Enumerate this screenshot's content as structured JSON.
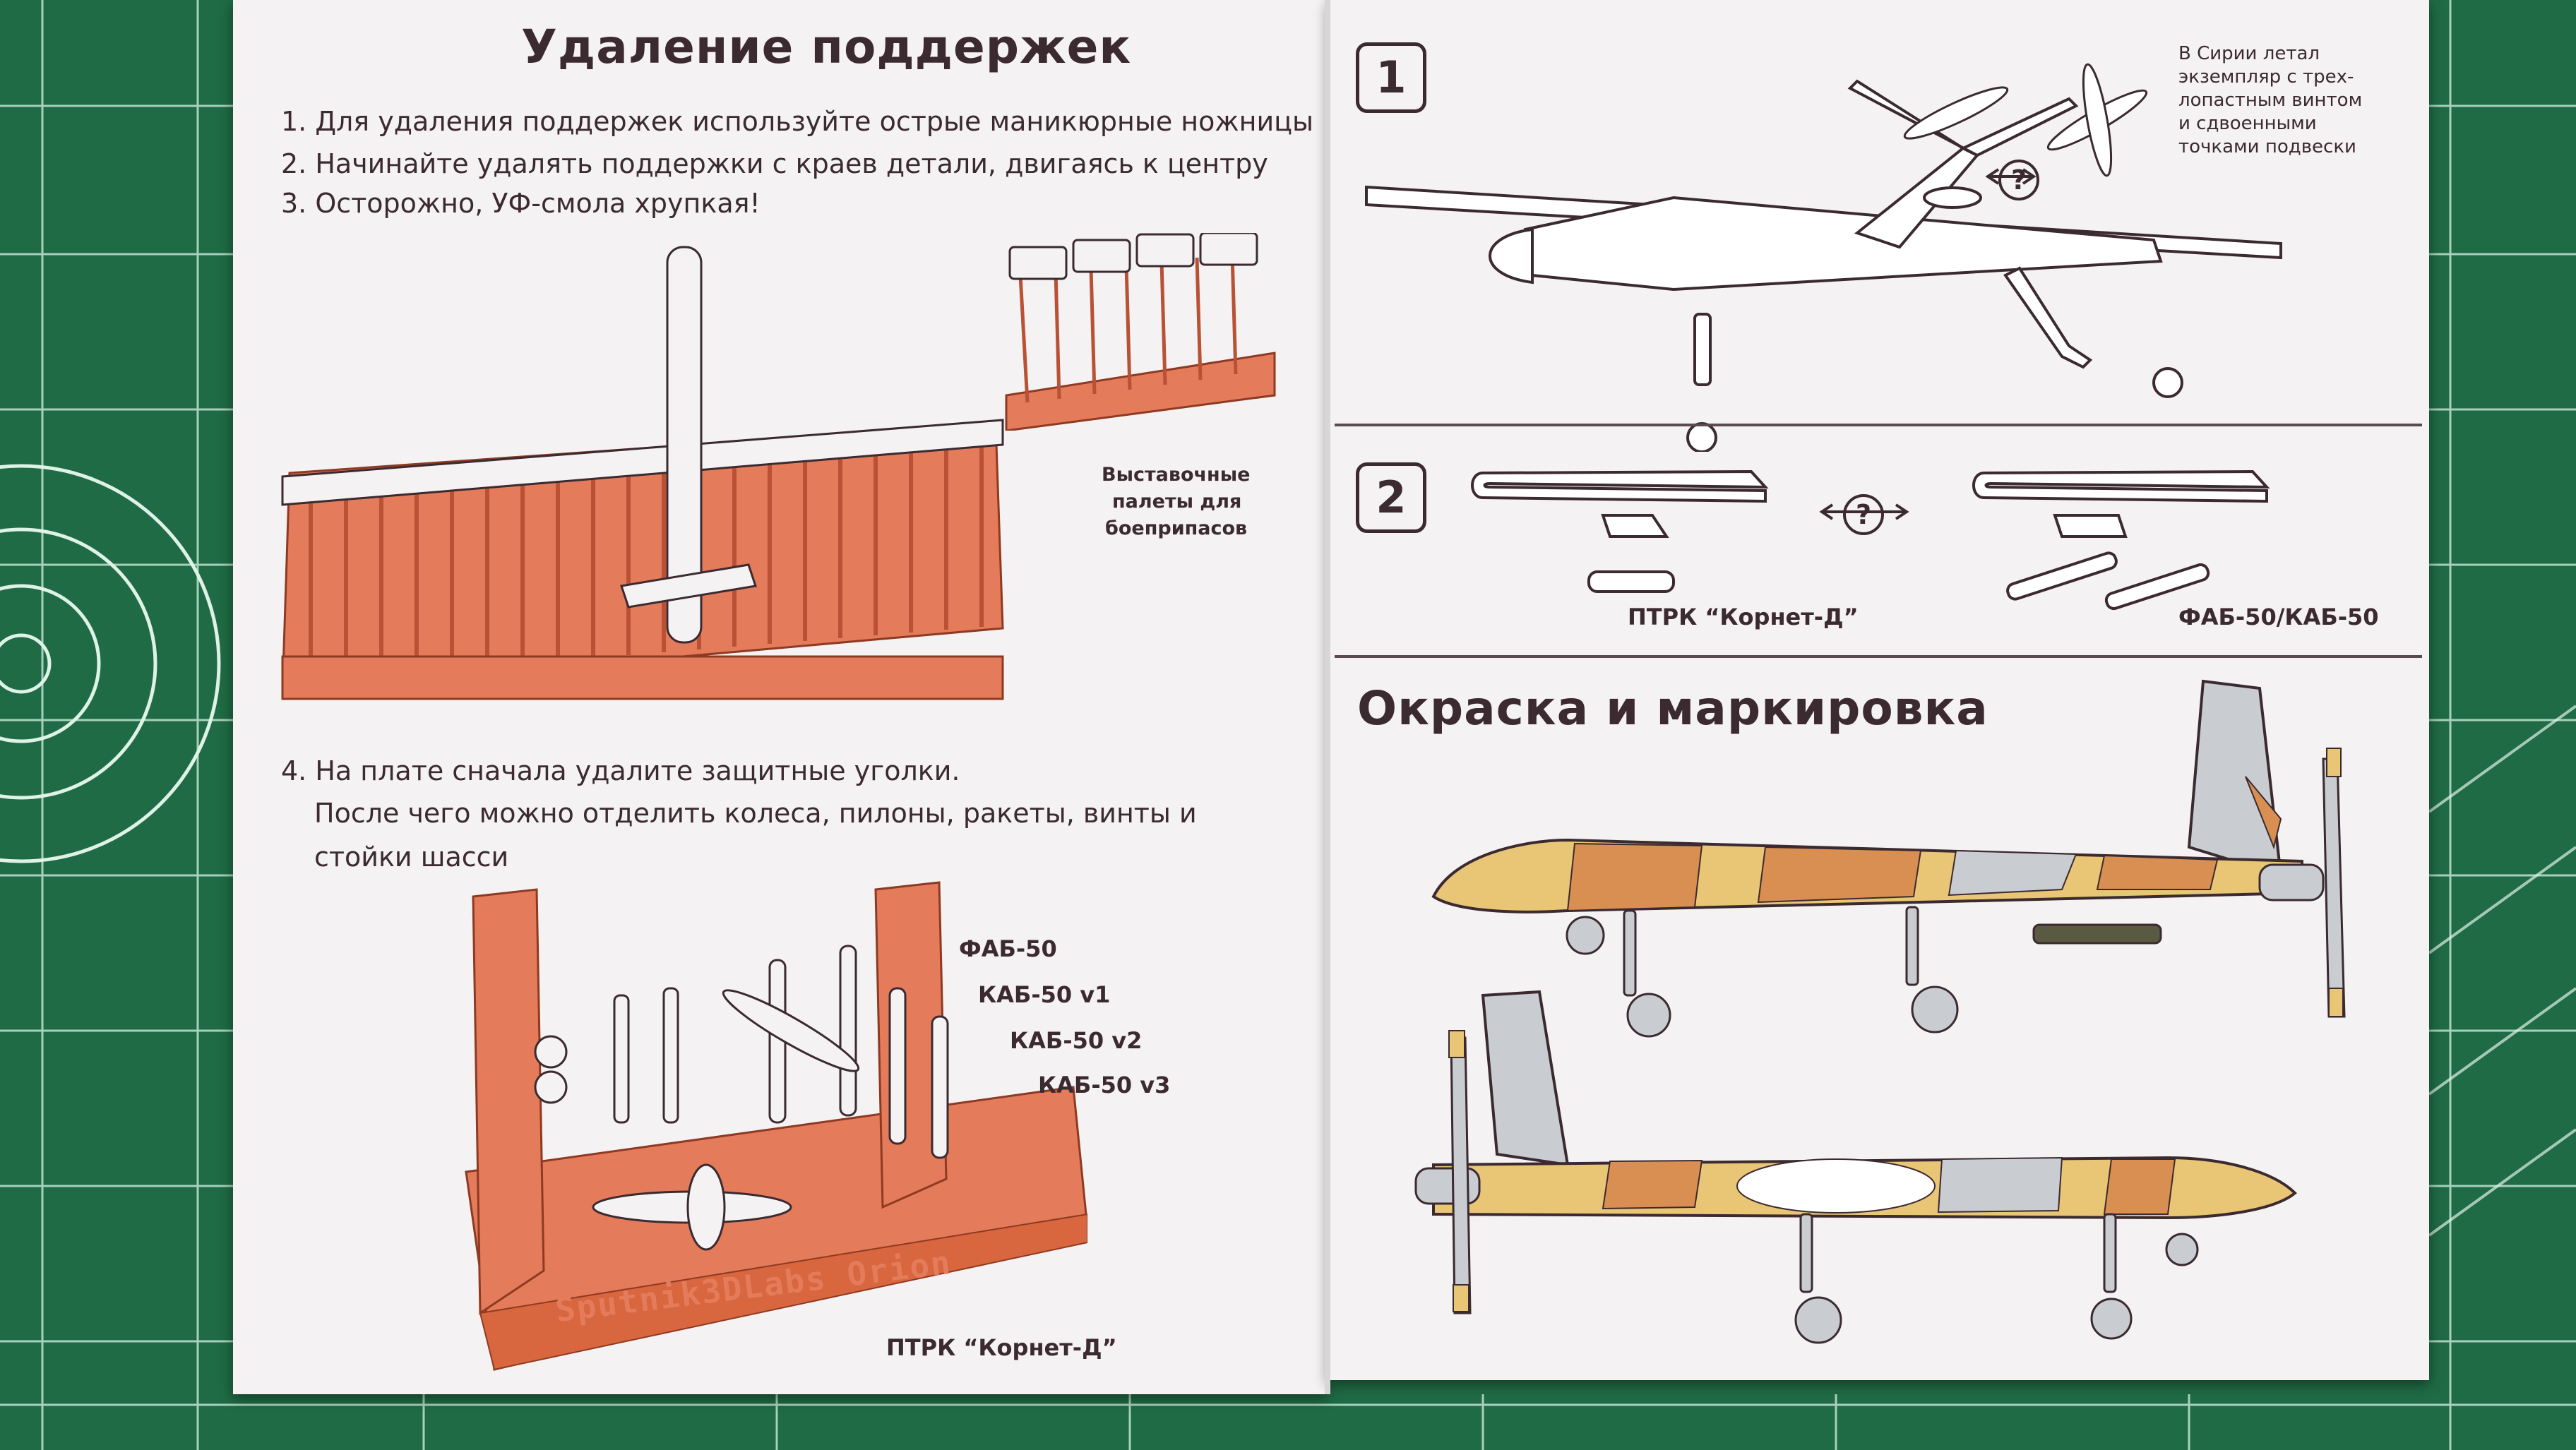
{
  "left": {
    "title": "Удаление поддержек",
    "steps": [
      "1. Для удаления поддержек используйте острые маникюрные ножницы",
      "2. Начинайте удалять поддержки с краев детали, двигаясь к центру",
      "3. Осторожно, УФ-смола хрупкая!"
    ],
    "step4": [
      "4. На плате сначала удалите защитные уголки.",
      "После чего можно отделить колеса, пилоны, ракеты, винты и",
      "стойки шасси"
    ],
    "pallets_label": [
      "Выставочные",
      "палеты для",
      "боеприпасов"
    ],
    "part_labels": [
      "ФАБ-50",
      "КАБ-50 v1",
      "КАБ-50 v2",
      "КАБ-50 v3"
    ],
    "kornet_label": "ПТРК “Корнет-Д”",
    "brand": "Sputnik3DLabs Orion"
  },
  "right": {
    "badge1": "1",
    "badge2": "2",
    "syria_note": [
      "В Сирии летал",
      "экземпляр с трех-",
      "лопастным винтом",
      "и сдвоенными",
      "точками подвески"
    ],
    "option_mark": "?",
    "kornet_label": "ПТРК “Корнет-Д”",
    "fab_label": "ФАБ-50/КАБ-50",
    "paint_title": "Окраска и маркировка"
  },
  "colors": {
    "mat": "#1f6b45",
    "paper": "#f4f2f3",
    "resin": "#e47b5b",
    "ink": "#3b2a30",
    "camo_sand": "#e9c576",
    "camo_orange": "#d98f52",
    "camo_grey": "#c9cdd1"
  }
}
